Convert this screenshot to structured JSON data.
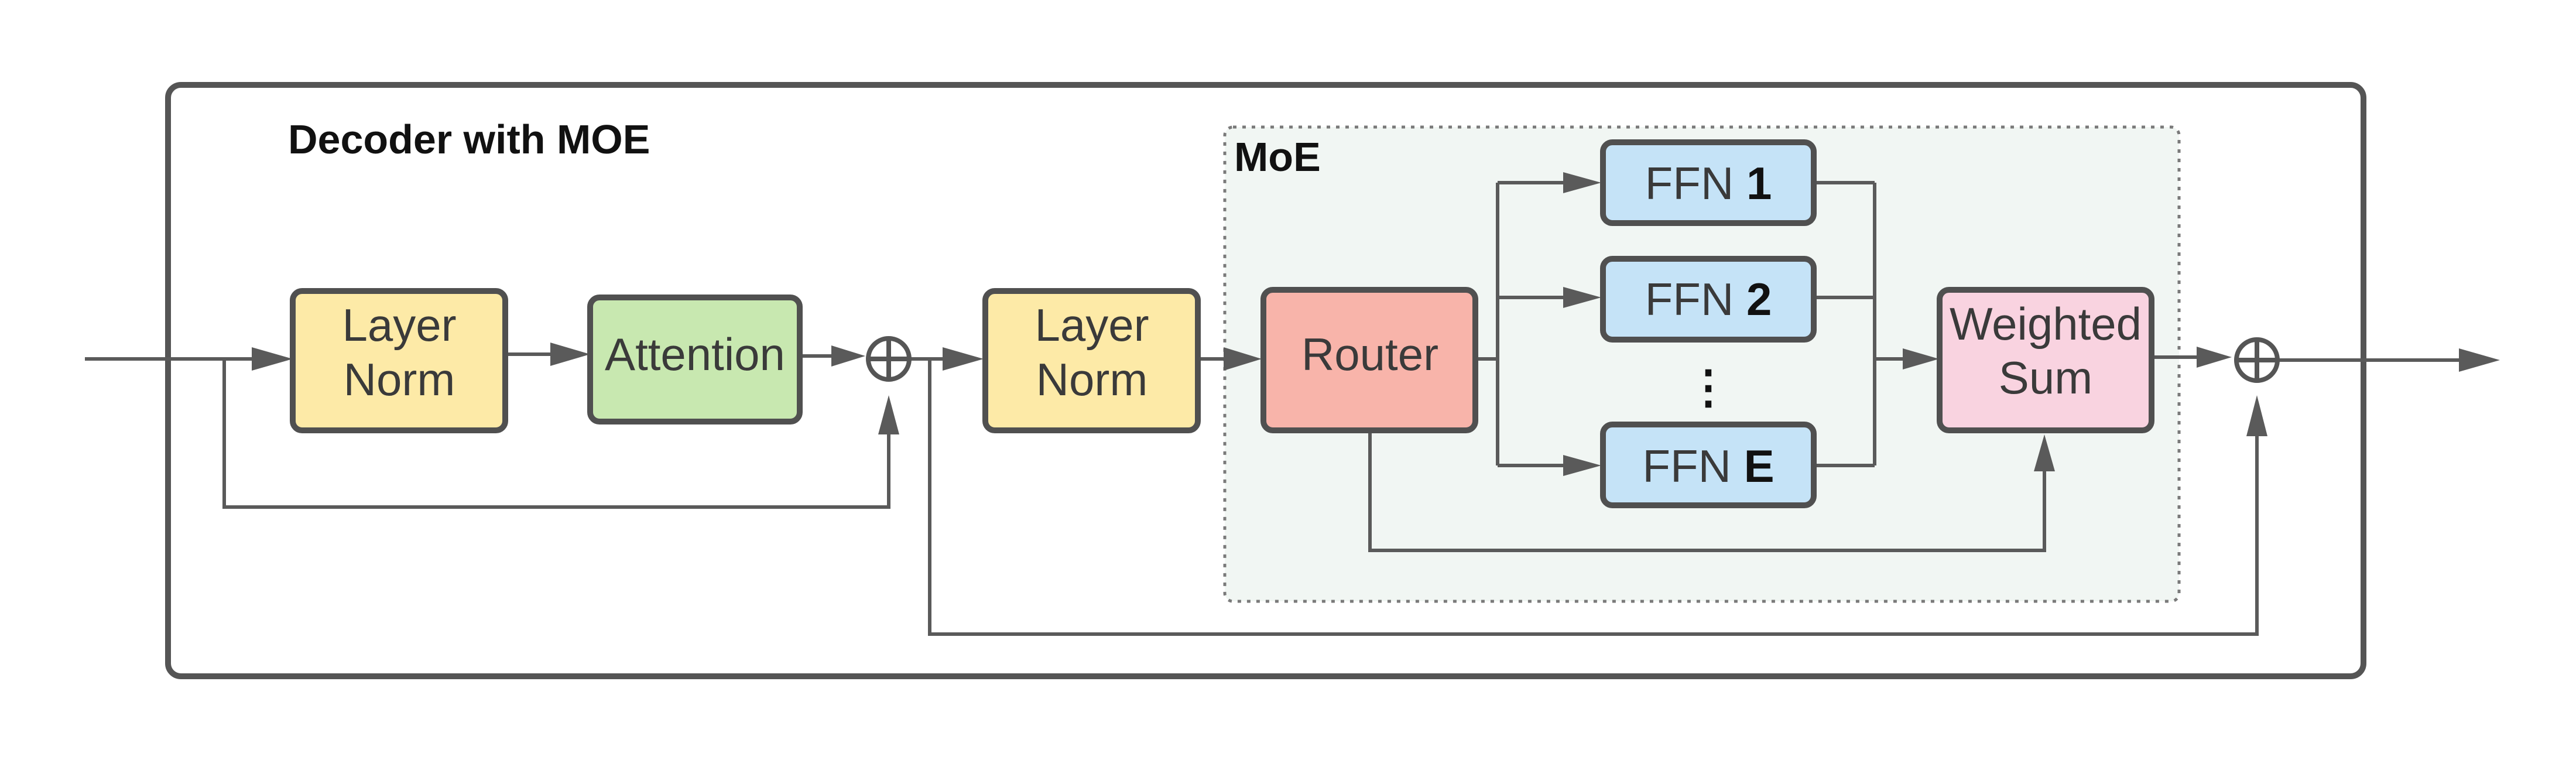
{
  "title": "Decoder with MOE",
  "moe_label": "MoE",
  "blocks": {
    "layer_norm_1": {
      "line1": "Layer",
      "line2": "Norm"
    },
    "attention": {
      "label": "Attention"
    },
    "layer_norm_2": {
      "line1": "Layer",
      "line2": "Norm"
    },
    "router": {
      "label": "Router"
    },
    "ffn_1": {
      "prefix": "FFN ",
      "index": "1"
    },
    "ffn_2": {
      "prefix": "FFN ",
      "index": "2"
    },
    "ffn_ellipsis": "⋮",
    "ffn_e": {
      "prefix": "FFN ",
      "index": "E"
    },
    "weighted_sum": {
      "line1": "Weighted",
      "line2": "Sum"
    }
  },
  "colors": {
    "layer_norm": "#fdeaa7",
    "attention": "#c8e8b0",
    "router": "#f8b4aa",
    "ffn": "#c5e3f7",
    "weighted_sum": "#f9d3e0",
    "moe_region": "#f1f6f3"
  }
}
